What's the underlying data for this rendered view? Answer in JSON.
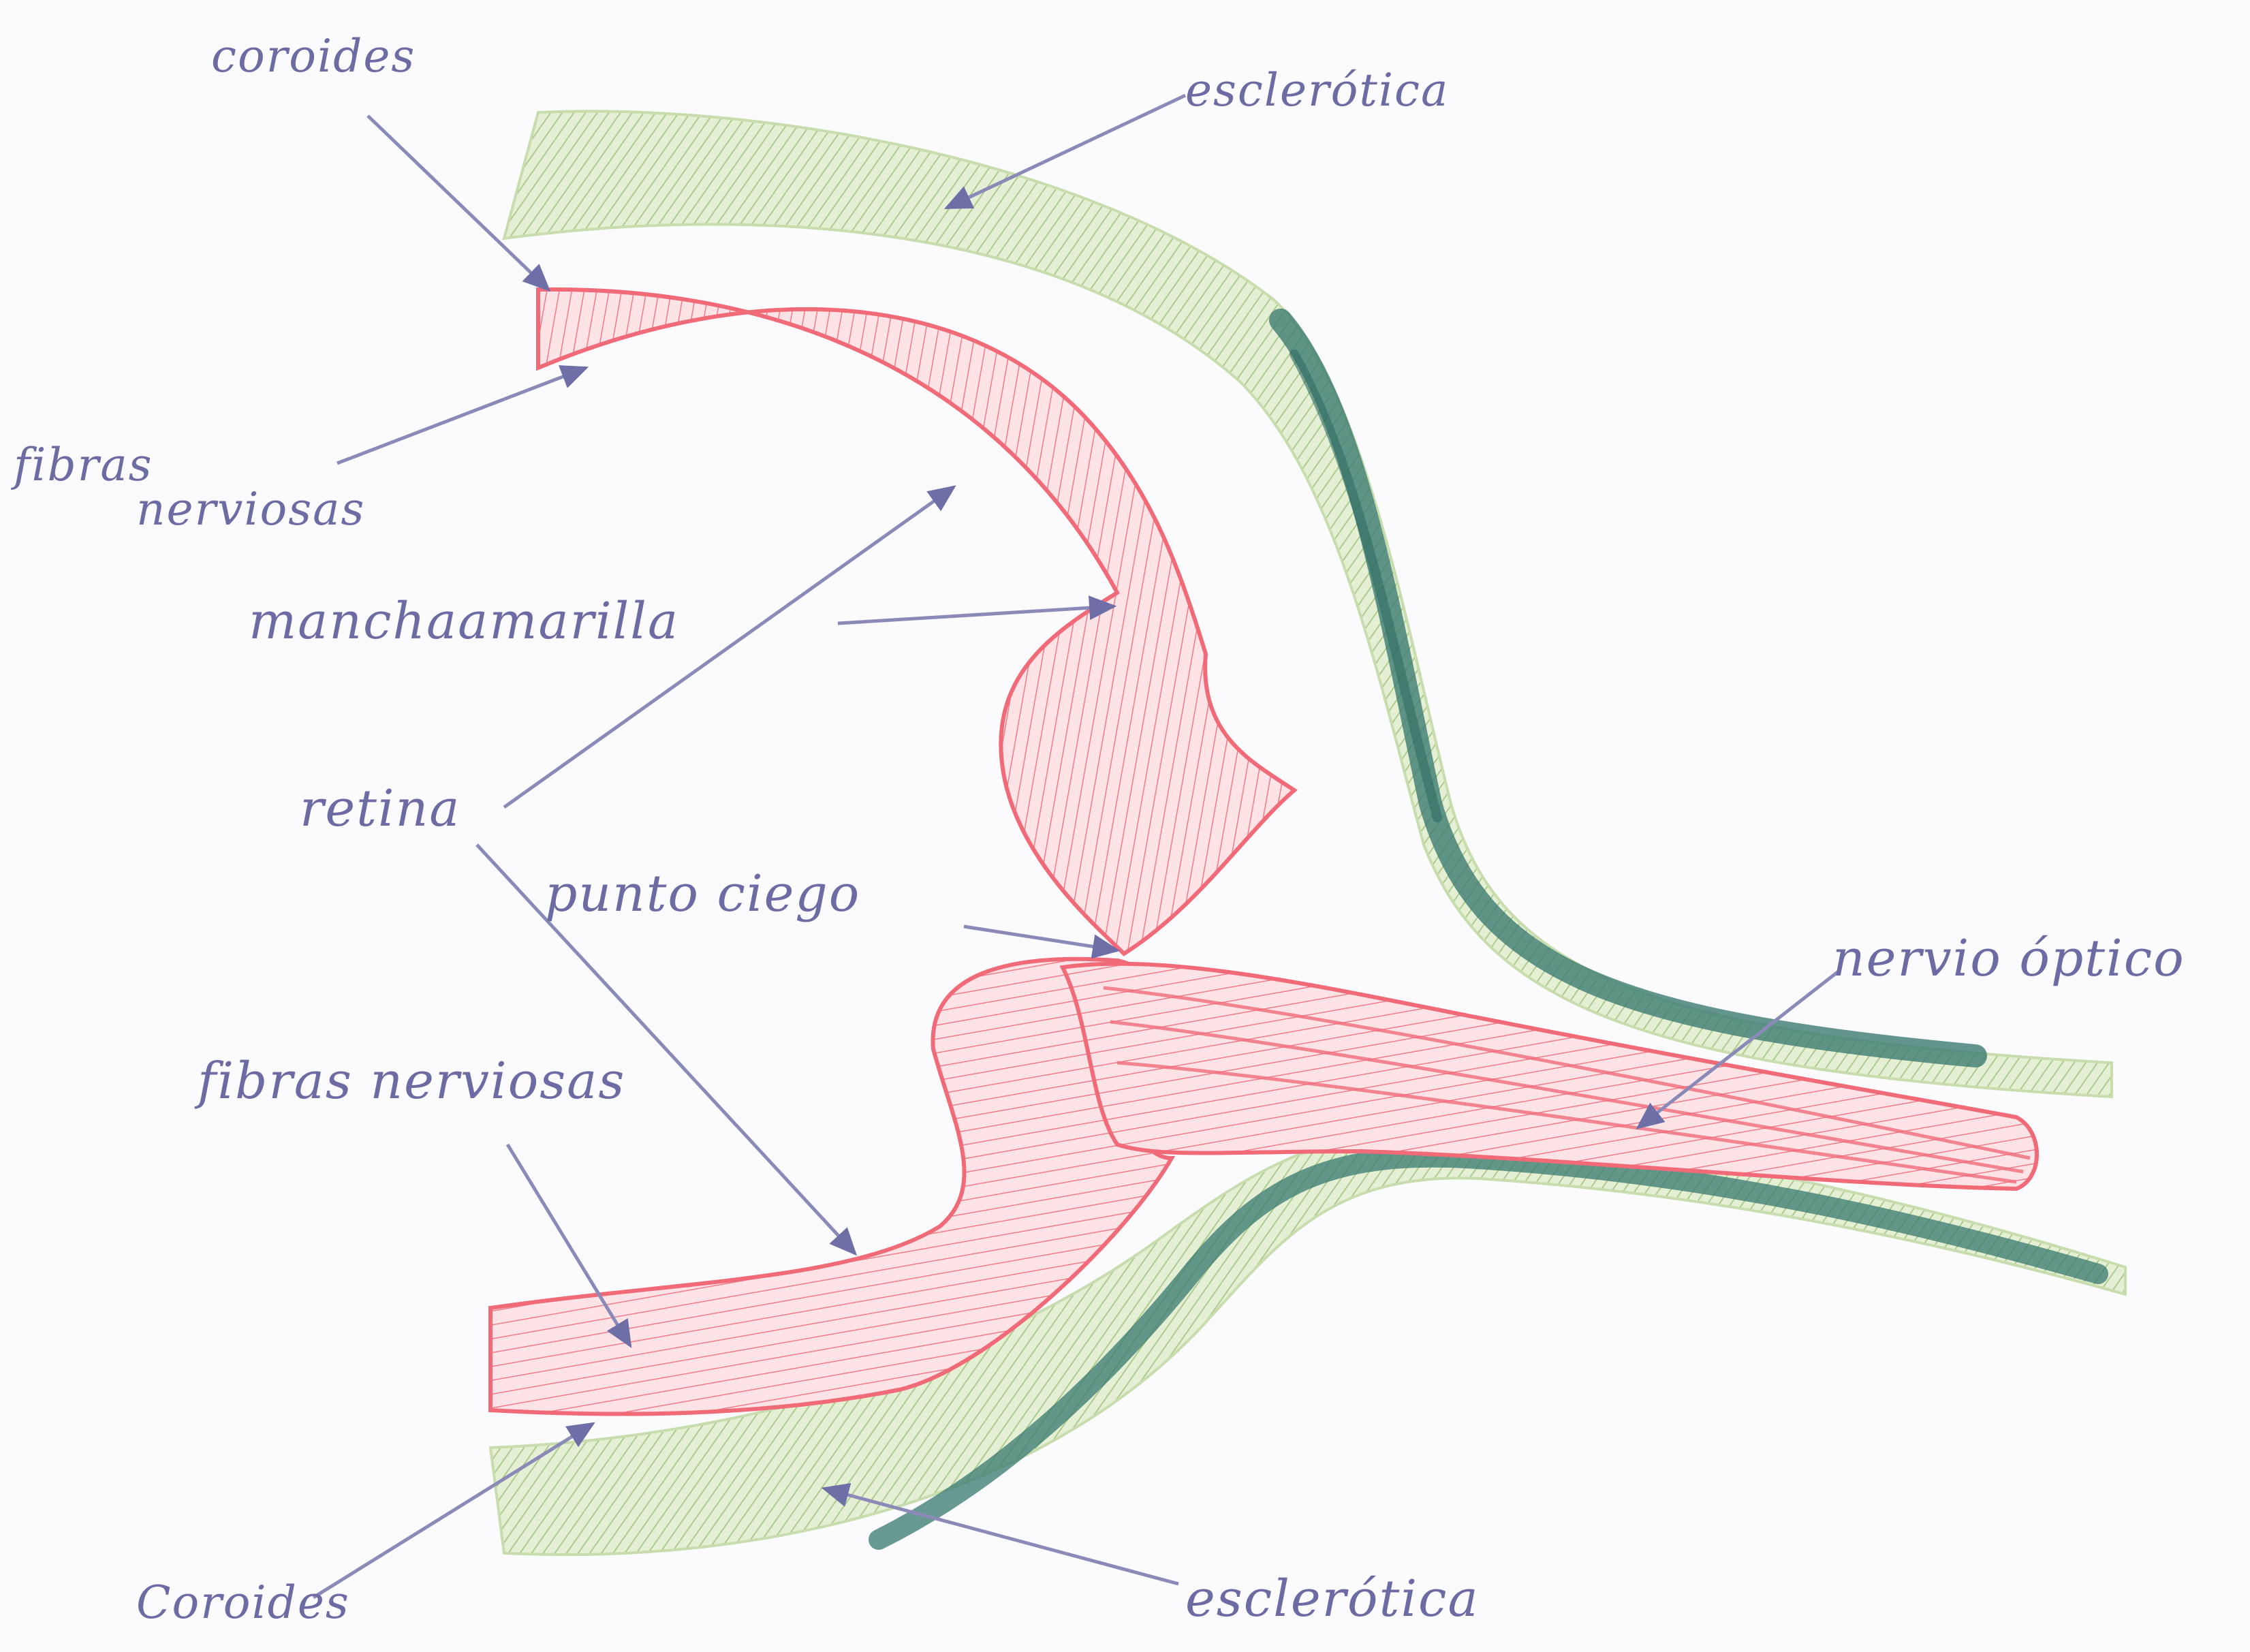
{
  "diagram": {
    "labels": {
      "coroides_top": "coroides",
      "esclerotica_top": "esclerótica",
      "fibras_top_line1": "fibras",
      "fibras_top_line2": "nerviosas",
      "mancha_amarilla": "manchaamarilla",
      "retina": "retina",
      "punto_ciego": "punto ciego",
      "nervio_optico": "nervio óptico",
      "fibras_bottom": "fibras nerviosas",
      "coroides_bottom": "Coroides",
      "esclerotica_bottom": "esclerótica"
    },
    "colors": {
      "label_ink": "#6c6ba3",
      "arrow_ink": "#8a8ab8",
      "retina_red": "#f06a78",
      "retina_fill": "#fbd9dd",
      "sclera_green": "#b9d49a",
      "sclera_fill": "#dfeccb",
      "choroid_teal": "#3d7c72"
    }
  }
}
